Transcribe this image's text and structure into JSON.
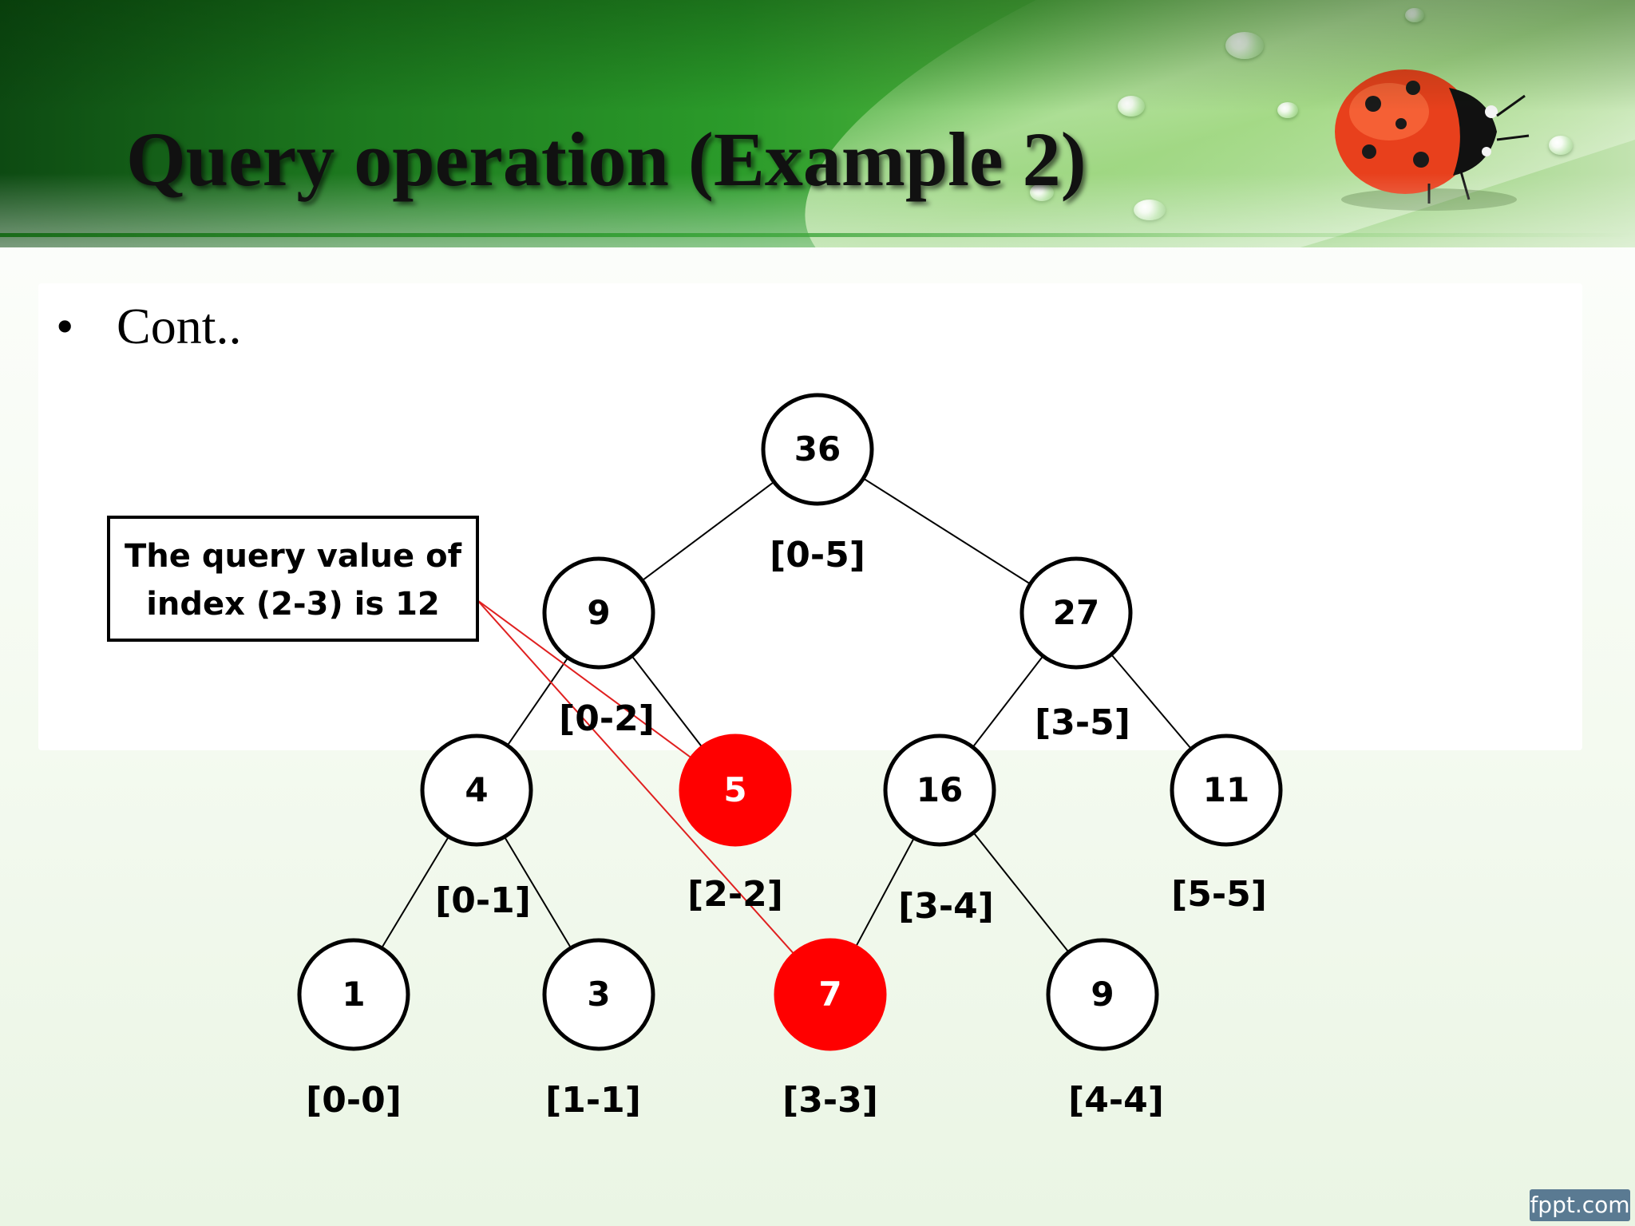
{
  "slide": {
    "title": "Query operation (Example 2)",
    "bullet": "Cont..",
    "watermark": "fppt.com"
  },
  "callout": {
    "line1": "The query value of",
    "line2": "index (2-3) is 12"
  },
  "tree": {
    "nodes": [
      {
        "id": "n0",
        "value": "36",
        "range": "[0-5]",
        "highlighted": false
      },
      {
        "id": "n1",
        "value": "9",
        "range": "[0-2]",
        "highlighted": false
      },
      {
        "id": "n2",
        "value": "27",
        "range": "[3-5]",
        "highlighted": false
      },
      {
        "id": "n3",
        "value": "4",
        "range": "[0-1]",
        "highlighted": false
      },
      {
        "id": "n4",
        "value": "5",
        "range": "[2-2]",
        "highlighted": true
      },
      {
        "id": "n5",
        "value": "16",
        "range": "[3-4]",
        "highlighted": false
      },
      {
        "id": "n6",
        "value": "11",
        "range": "[5-5]",
        "highlighted": false
      },
      {
        "id": "n7",
        "value": "1",
        "range": "[0-0]",
        "highlighted": false
      },
      {
        "id": "n8",
        "value": "3",
        "range": "[1-1]",
        "highlighted": false
      },
      {
        "id": "n9",
        "value": "7",
        "range": "[3-3]",
        "highlighted": true
      },
      {
        "id": "n10",
        "value": "9",
        "range": "[4-4]",
        "highlighted": false
      }
    ],
    "edges": [
      [
        "n0",
        "n1"
      ],
      [
        "n0",
        "n2"
      ],
      [
        "n1",
        "n3"
      ],
      [
        "n1",
        "n4"
      ],
      [
        "n2",
        "n5"
      ],
      [
        "n2",
        "n6"
      ],
      [
        "n3",
        "n7"
      ],
      [
        "n3",
        "n8"
      ],
      [
        "n5",
        "n9"
      ],
      [
        "n5",
        "n10"
      ]
    ],
    "callout_links": [
      "n4",
      "n9"
    ]
  },
  "colors": {
    "highlight": "#ff0000",
    "callout_link": "#e02020",
    "node_stroke": "#000000",
    "header_green": "#2b9b2a"
  },
  "icons": [
    "water-drop-icon",
    "ladybug-icon"
  ]
}
